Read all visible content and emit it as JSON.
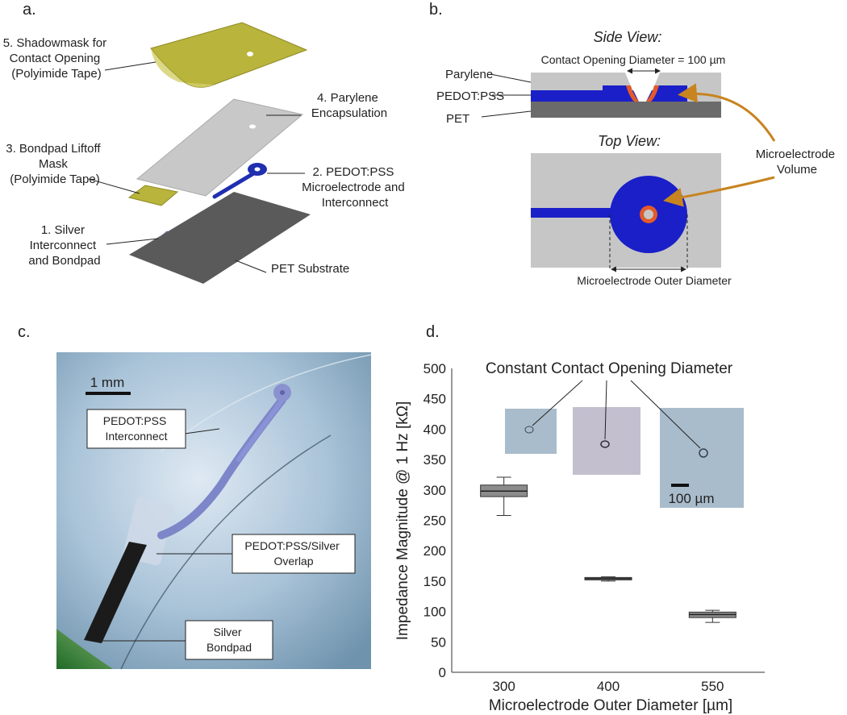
{
  "panel_a": {
    "letter": "a.",
    "labels": {
      "l5": [
        "5. Shadowmask for",
        "Contact Opening",
        "(Polyimide Tape)"
      ],
      "l4": [
        "4. Parylene",
        "Encapsulation"
      ],
      "l3": [
        "3. Bondpad Liftoff",
        "Mask",
        "(Polyimide Tape)"
      ],
      "l2": [
        "2. PEDOT:PSS",
        "Microelectrode and",
        "Interconnect"
      ],
      "l1": [
        "1. Silver",
        "Interconnect",
        "and Bondpad"
      ],
      "pet": "PET Substrate"
    },
    "colors": {
      "tape": "#b8b43c",
      "parylene": "#c8c8c8",
      "pedot": "#1f2fb0",
      "silver": "#9a9be0",
      "pet": "#5a5a5a"
    }
  },
  "panel_b": {
    "letter": "b.",
    "side_title": "Side View:",
    "top_title": "Top View:",
    "contact_label": "Contact Opening Diameter = 100 µm",
    "layers": [
      "Parylene",
      "PEDOT:PSS",
      "PET"
    ],
    "volume_label": [
      "Microelectrode",
      "Volume"
    ],
    "outer_label": "Microelectrode Outer Diameter",
    "colors": {
      "parylene": "#c6c6c6",
      "pedot": "#1a1fc8",
      "pet": "#6b6b6b",
      "volume": "#e35a2a",
      "arrow": "#c8841f"
    }
  },
  "panel_c": {
    "letter": "c.",
    "scale": "1 mm",
    "callouts": [
      [
        "PEDOT:PSS",
        "Interconnect"
      ],
      [
        "PEDOT:PSS/Silver",
        "Overlap"
      ],
      [
        "Silver",
        "Bondpad"
      ]
    ]
  },
  "panel_d": {
    "letter": "d.",
    "annotation": "Constant Contact Opening Diameter",
    "scale": "100 µm",
    "chart_data": {
      "type": "box",
      "categories": [
        "300",
        "400",
        "550"
      ],
      "boxes": [
        {
          "min": 258,
          "q1": 289,
          "median": 298,
          "q3": 308,
          "max": 321
        },
        {
          "min": 150,
          "q1": 152,
          "median": 154,
          "q3": 156,
          "max": 157
        },
        {
          "min": 82,
          "q1": 90,
          "median": 95,
          "q3": 99,
          "max": 102
        }
      ],
      "xlabel": "Microelectrode Outer Diameter [µm]",
      "ylabel": "Impedance Magnitude @ 1 Hz [kΩ]",
      "ylim": [
        0,
        500
      ],
      "yticks": [
        0,
        50,
        100,
        150,
        200,
        250,
        300,
        350,
        400,
        450,
        500
      ],
      "grid": false
    }
  }
}
